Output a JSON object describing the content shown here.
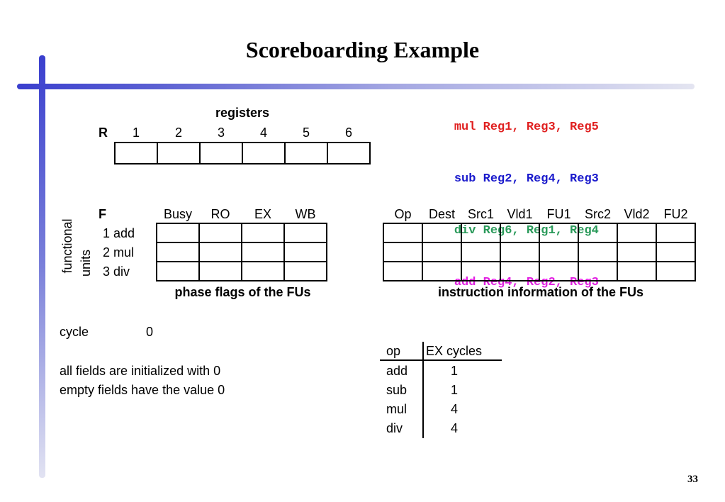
{
  "title": "Scoreboarding Example",
  "page_number": "33",
  "colors": {
    "accent": "#3a3fce",
    "instr_mul": "#e02020",
    "instr_sub": "#1a1acc",
    "instr_div": "#2a9a5a",
    "instr_add": "#e020e0"
  },
  "registers": {
    "heading": "registers",
    "row_label": "R",
    "columns": [
      "1",
      "2",
      "3",
      "4",
      "5",
      "6"
    ]
  },
  "instructions": [
    {
      "op": "mul",
      "args": "Reg1, Reg3, Reg5"
    },
    {
      "op": "sub",
      "args": "Reg2, Reg4, Reg3"
    },
    {
      "op": "div",
      "args": "Reg6, Reg1, Reg4"
    },
    {
      "op": "add",
      "args": "Reg4, Reg2, Reg3"
    }
  ],
  "functional_units": {
    "side_label_1": "functional",
    "side_label_2": "units",
    "col_label": "F",
    "phase_headers": [
      "Busy",
      "RO",
      "EX",
      "WB"
    ],
    "rows": [
      {
        "num": "1",
        "name": "add"
      },
      {
        "num": "2",
        "name": "mul"
      },
      {
        "num": "3",
        "name": "div"
      }
    ],
    "phase_caption": "phase flags of the FUs",
    "info_headers": [
      "Op",
      "Dest",
      "Src1",
      "Vld1",
      "FU1",
      "Src2",
      "Vld2",
      "FU2"
    ],
    "info_caption": "instruction information of the FUs"
  },
  "cycle": {
    "label": "cycle",
    "value": "0"
  },
  "notes": [
    "all fields are initialized with 0",
    "empty fields have the value 0"
  ],
  "ex_cycles_table": {
    "headers": [
      "op",
      "EX cycles"
    ],
    "rows": [
      {
        "op": "add",
        "cycles": "1"
      },
      {
        "op": "sub",
        "cycles": "1"
      },
      {
        "op": "mul",
        "cycles": "4"
      },
      {
        "op": "div",
        "cycles": "4"
      }
    ]
  }
}
